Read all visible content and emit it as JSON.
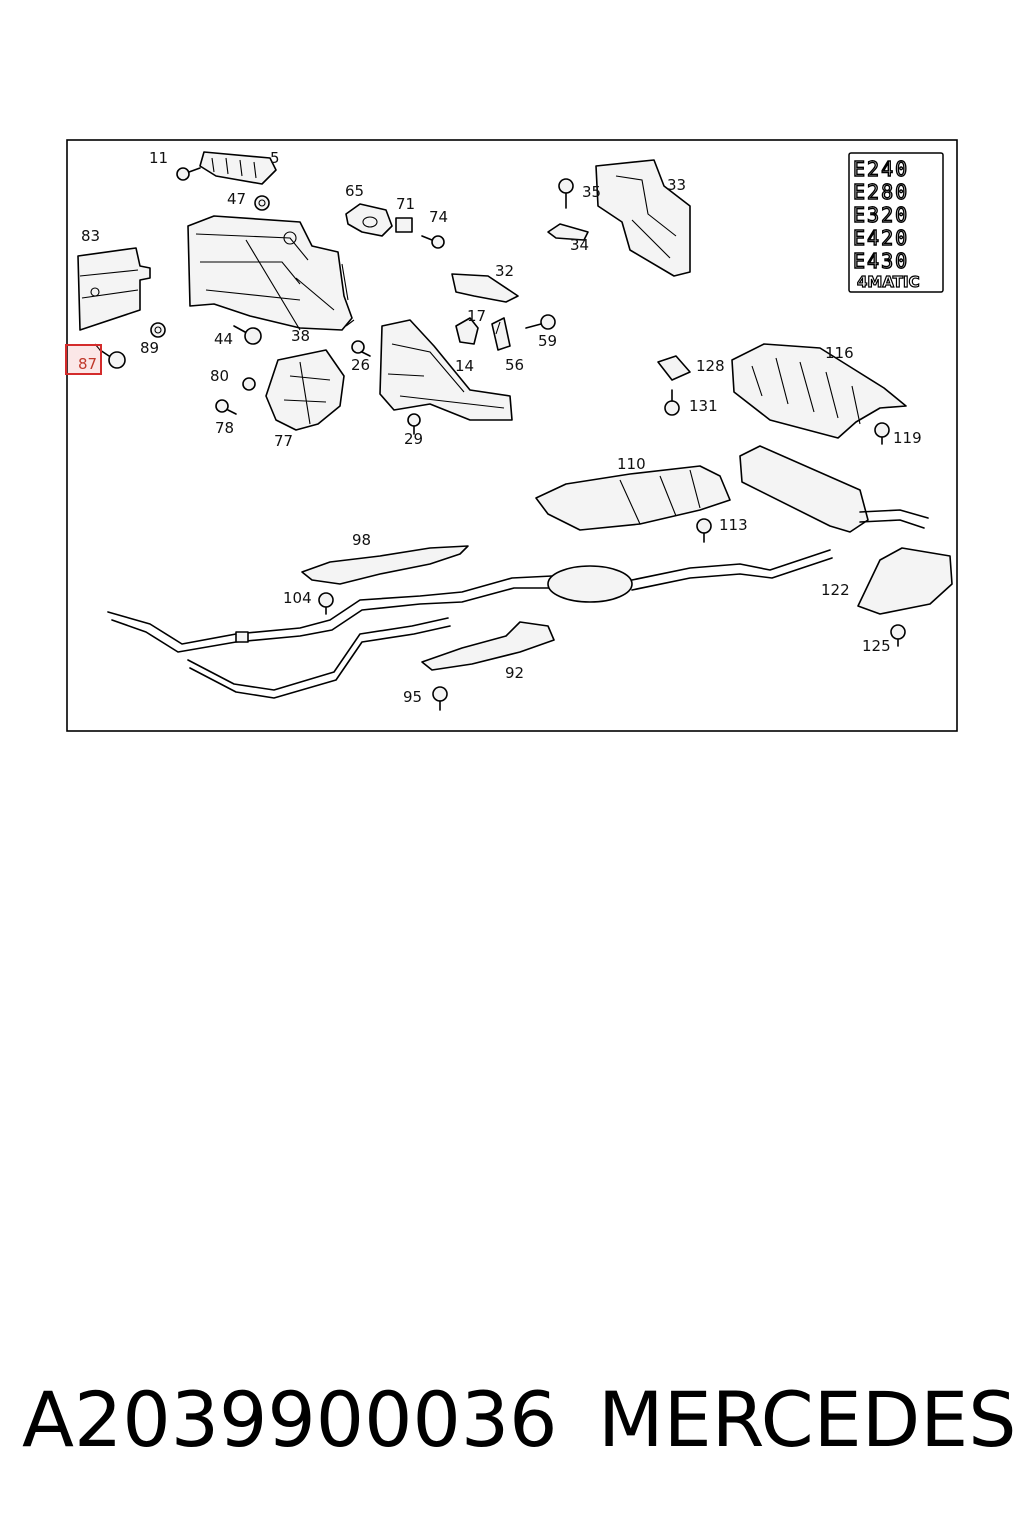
{
  "diagram": {
    "models": [
      "E240",
      "E280",
      "E320",
      "E420",
      "E430",
      "4MATIC"
    ],
    "highlighted": "87",
    "callouts": [
      "11",
      "5",
      "47",
      "65",
      "71",
      "74",
      "35",
      "33",
      "34",
      "83",
      "32",
      "17",
      "59",
      "89",
      "44",
      "38",
      "26",
      "14",
      "56",
      "87",
      "80",
      "128",
      "116",
      "131",
      "78",
      "77",
      "29",
      "119",
      "110",
      "113",
      "98",
      "122",
      "104",
      "125",
      "92",
      "95"
    ]
  },
  "caption": {
    "part_number": "A2039900036",
    "brand": "MERCEDES"
  }
}
